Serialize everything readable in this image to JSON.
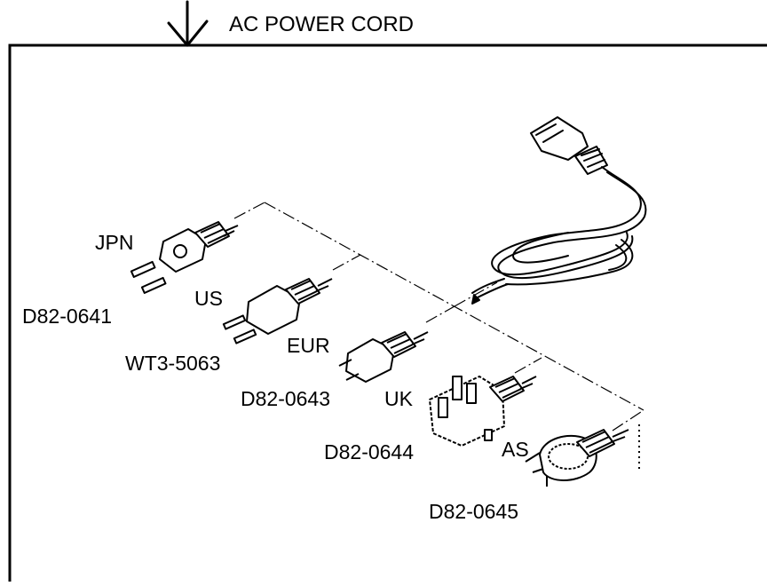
{
  "header": {
    "title": "AC POWER CORD"
  },
  "plugs": [
    {
      "region": "JPN",
      "part": "D82-0641"
    },
    {
      "region": "US",
      "part": "WT3-5063"
    },
    {
      "region": "EUR",
      "part": "D82-0643"
    },
    {
      "region": "UK",
      "part": "D82-0644"
    },
    {
      "region": "AS",
      "part": "D82-0645"
    }
  ],
  "colors": {
    "line": "#000000",
    "background": "#ffffff"
  }
}
